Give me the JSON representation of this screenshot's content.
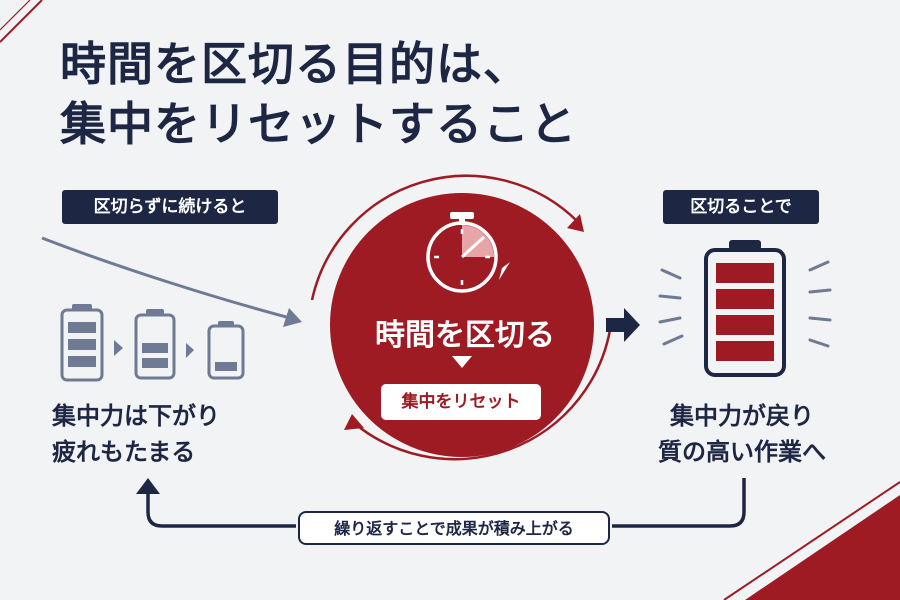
{
  "title": {
    "line1": "時間を区切る目的は、",
    "line2": "集中をリセットすること"
  },
  "left": {
    "tag": "区切らずに続けると",
    "caption_line1": "集中力は下がり",
    "caption_line2": "疲れもたまる",
    "battery_levels": [
      3,
      2,
      1
    ]
  },
  "center": {
    "label": "時間を区切る",
    "pill": "集中をリセット"
  },
  "right": {
    "tag": "区切ることで",
    "caption_line1": "集中力が戻り",
    "caption_line2": "質の高い作業へ",
    "battery_level": 4
  },
  "bottom": {
    "label": "繰り返すことで成果が積み上がる"
  },
  "colors": {
    "navy": "#1d2744",
    "red": "#9e1b23",
    "battery_gray": "#6f7a94",
    "background": "#f2f3f5"
  },
  "icons": [
    "stopwatch-icon",
    "battery-icon",
    "arrow-icon",
    "cycle-arrow-icon"
  ]
}
